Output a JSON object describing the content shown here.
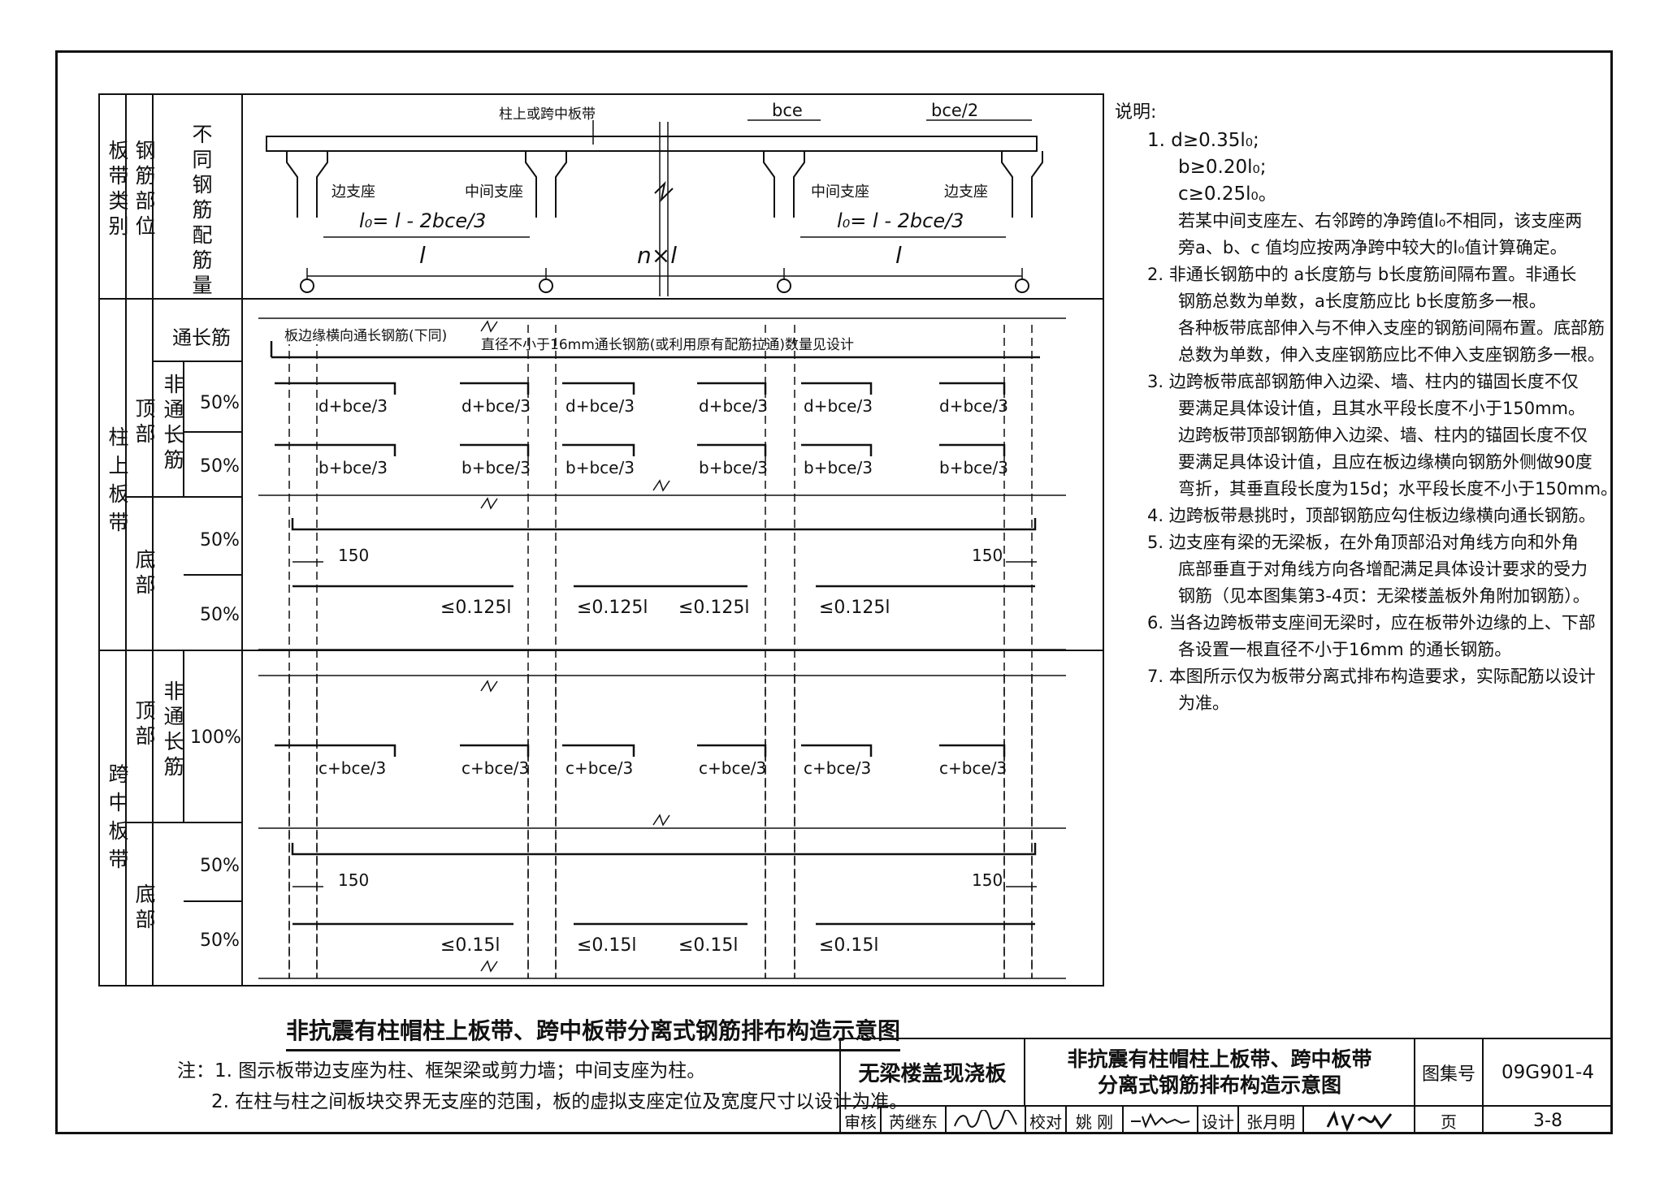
{
  "table": {
    "col_band_type": "板带类别",
    "col_position": "钢筋部位",
    "col_amount": "不同钢筋配筋量",
    "row_column_strip": "柱上板带",
    "row_middle_strip": "跨中板带",
    "pos_top": "顶部",
    "pos_bottom": "底部",
    "continuous": "通长筋",
    "noncontinuous": "非通长筋",
    "pct50": "50%",
    "pct100": "100%"
  },
  "elevation": {
    "strip_label": "柱上或跨中板带",
    "bce": "bce",
    "bce_half": "bce/2",
    "edge_support": "边支座",
    "mid_support": "中间支座",
    "l0_formula": "l₀= l - 2bce/3",
    "span": "l",
    "n_span": "n×l"
  },
  "rebar": {
    "edge_transverse_label": "板边缘横向通长钢筋(下同)",
    "continuous_note": "直径不小于16mm通长钢筋(或利用原有配筋拉通)数量见设计",
    "d_bce": "d+bce/3",
    "b_bce": "b+bce/3",
    "c_bce": "c+bce/3",
    "dim150": "150",
    "le0125": "≤0.125l",
    "le015": "≤0.15l"
  },
  "notes": {
    "heading": "说明:",
    "items": [
      "1. d≥0.35l₀;",
      "b≥0.20l₀;",
      "c≥0.25l₀。",
      "若某中间支座左、右邻跨的净跨值l₀不相同，该支座两",
      "旁a、b、c 值均应按两净跨中较大的l₀值计算确定。",
      "2. 非通长钢筋中的 a长度筋与 b长度筋间隔布置。非通长",
      "钢筋总数为单数，a长度筋应比 b长度筋多一根。",
      "各种板带底部伸入与不伸入支座的钢筋间隔布置。底部筋",
      "总数为单数，伸入支座钢筋应比不伸入支座钢筋多一根。",
      "3. 边跨板带底部钢筋伸入边梁、墙、柱内的锚固长度不仅",
      "要满足具体设计值，且其水平段长度不小于150mm。",
      "边跨板带顶部钢筋伸入边梁、墙、柱内的锚固长度不仅",
      "要满足具体设计值，且应在板边缘横向钢筋外侧做90度",
      "弯折，其垂直段长度为15d；水平段长度不小于150mm。",
      "4. 边跨板带悬挑时，顶部钢筋应勾住板边缘横向通长钢筋。",
      "5. 边支座有梁的无梁板，在外角顶部沿对角线方向和外角",
      "底部垂直于对角线方向各增配满足具体设计要求的受力",
      "钢筋（见本图集第3-4页：无梁楼盖板外角附加钢筋）。",
      "6. 当各边跨板带支座间无梁时，应在板带外边缘的上、下部",
      "各设置一根直径不小于16mm 的通长钢筋。",
      "7. 本图所示仅为板带分离式排布构造要求，实际配筋以设计",
      "为准。"
    ]
  },
  "caption": "非抗震有柱帽柱上板带、跨中板带分离式钢筋排布构造示意图",
  "bottom_notes": [
    "注：1. 图示板带边支座为柱、框架梁或剪力墙；中间支座为柱。",
    "2. 在柱与柱之间板块交界无支座的范围，板的虚拟支座定位及宽度尺寸以设计为准。"
  ],
  "title_block": {
    "category": "无梁楼盖现浇板",
    "title_line1": "非抗震有柱帽柱上板带、跨中板带",
    "title_line2": "分离式钢筋排布构造示意图",
    "atlas_label": "图集号",
    "atlas_no": "09G901-4",
    "review_label": "审核",
    "reviewer": "芮继东",
    "check_label": "校对",
    "checker": "姚 刚",
    "design_label": "设计",
    "designer": "张月明",
    "page_label": "页",
    "page_no": "3-8"
  }
}
